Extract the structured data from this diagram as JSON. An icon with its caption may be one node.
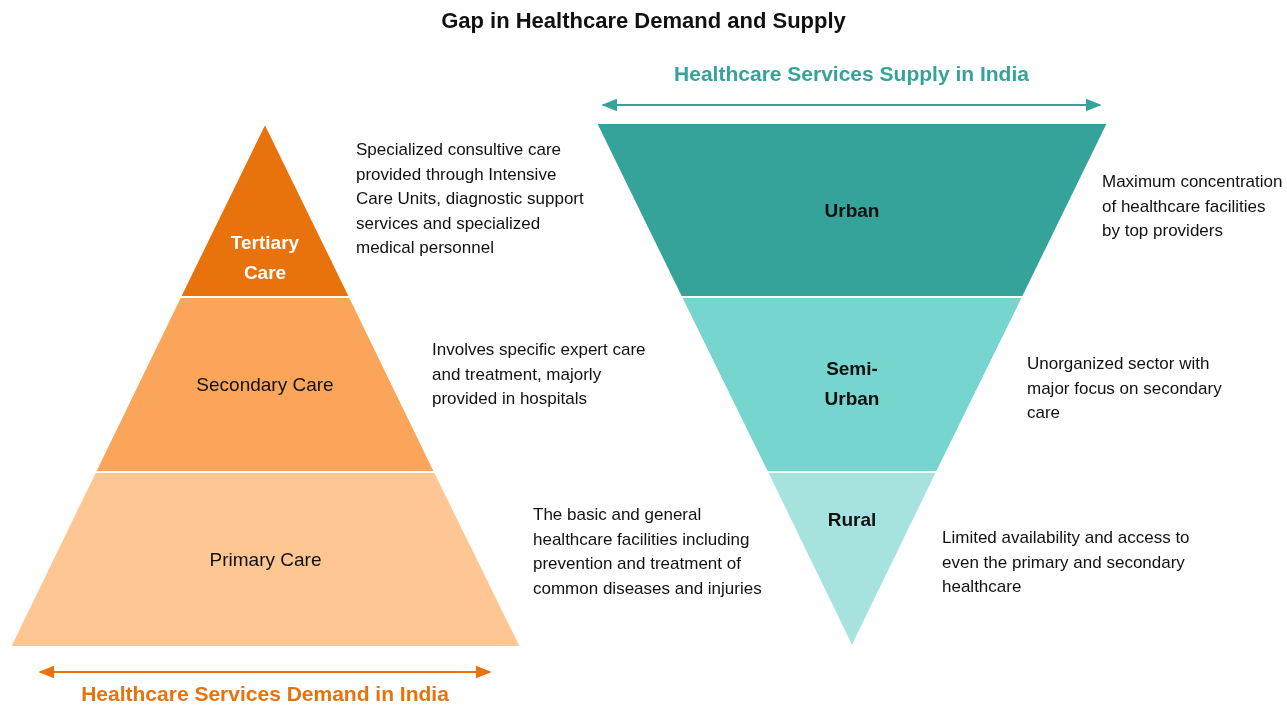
{
  "diagram": {
    "title": "Gap in Healthcare Demand and Supply",
    "nodes": [
      {
        "text": [
          "Tertiary Care"
        ],
        "beside": [
          "Specialized consultive care provided through Intensive Care Units, diagnostic support services and specialized medical personnel"
        ]
      },
      {
        "text": [
          "Secondary Care"
        ],
        "beside": [
          "Involves specific expert care and treatment, majorly provided in hospitals"
        ]
      },
      {
        "text": [
          "Primary Care"
        ],
        "beside": [
          "The basic and general healthcare facilities including prevention and treatment of common diseases and injuries"
        ]
      },
      {
        "text": [
          "Urban"
        ],
        "beside": [
          "Maximum concentration of healthcare facilities by top providers"
        ]
      },
      {
        "text": [
          "Semi-Urban"
        ],
        "beside": [
          "Unorganized sector with major focus on secondary care"
        ]
      },
      {
        "text": [
          "Rural"
        ],
        "beside": [
          "Limited availability and access to even the primary and secondary healthcare"
        ]
      }
    ],
    "labels": [
      "Healthcare Services Supply in India",
      "Healthcare Services Demand in India"
    ]
  }
}
